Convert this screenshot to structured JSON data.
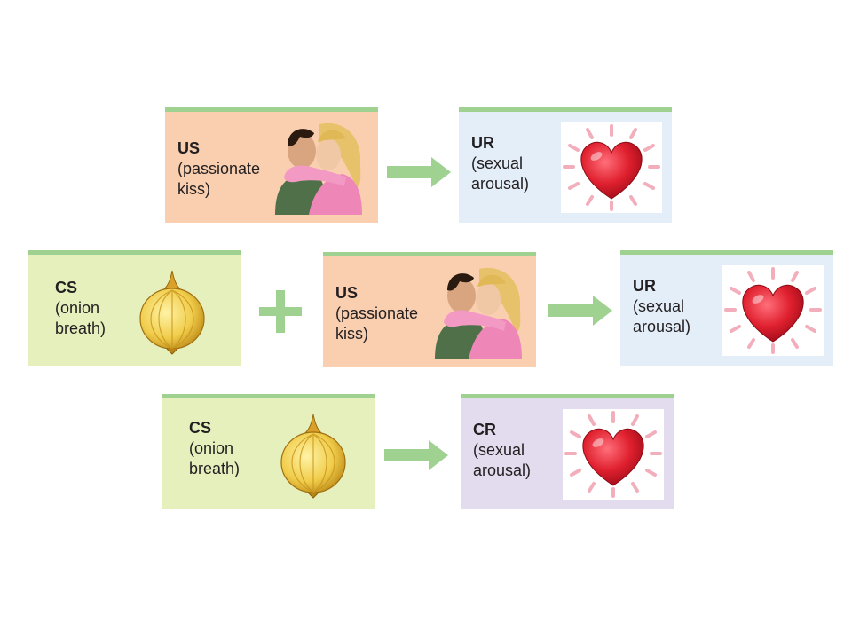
{
  "row1": {
    "us": {
      "term": "US",
      "line1": "(passionate",
      "line2": "kiss)"
    },
    "ur": {
      "term": "UR",
      "line1": "(sexual",
      "line2": "arousal)"
    }
  },
  "row2": {
    "cs": {
      "term": "CS",
      "line1": "(onion",
      "line2": "breath)"
    },
    "us": {
      "term": "US",
      "line1": "(passionate",
      "line2": "kiss)"
    },
    "ur": {
      "term": "UR",
      "line1": "(sexual",
      "line2": "arousal)"
    }
  },
  "row3": {
    "cs": {
      "term": "CS",
      "line1": "(onion",
      "line2": "breath)"
    },
    "cr": {
      "term": "CR",
      "line1": "(sexual",
      "line2": "arousal)"
    }
  },
  "colors": {
    "us_box": "#f9cfb0",
    "ur_box": "#e3eef9",
    "cs_box": "#e5f0bd",
    "cr_box": "#e2dcee",
    "top_bar": "#9fd190",
    "arrow": "#9fd190"
  }
}
